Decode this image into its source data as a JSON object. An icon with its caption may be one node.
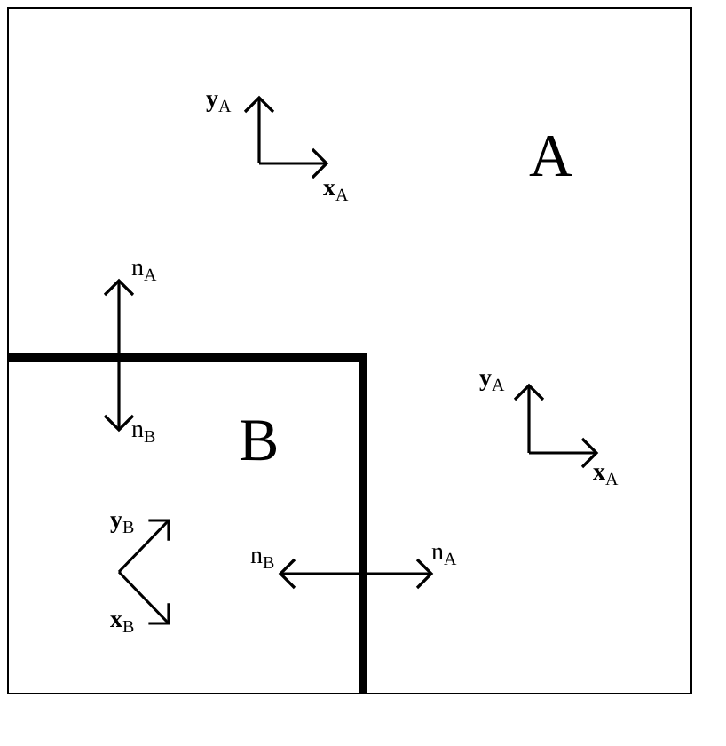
{
  "diagram": {
    "nodes": [
      {
        "text": [
          "A"
        ]
      },
      {
        "text": [
          "B"
        ],
        "in": 0
      }
    ],
    "labels": [
      "**y**$_{A}$",
      "**x**$_{A}$",
      "n$_{A}$",
      "n$_{B}$",
      "**y**$_{A}$",
      "**x**$_{A}$",
      "**y**$_{B}$",
      "n$_{B}$",
      "n$_{A}$",
      "**x**$_{B}$"
    ]
  }
}
